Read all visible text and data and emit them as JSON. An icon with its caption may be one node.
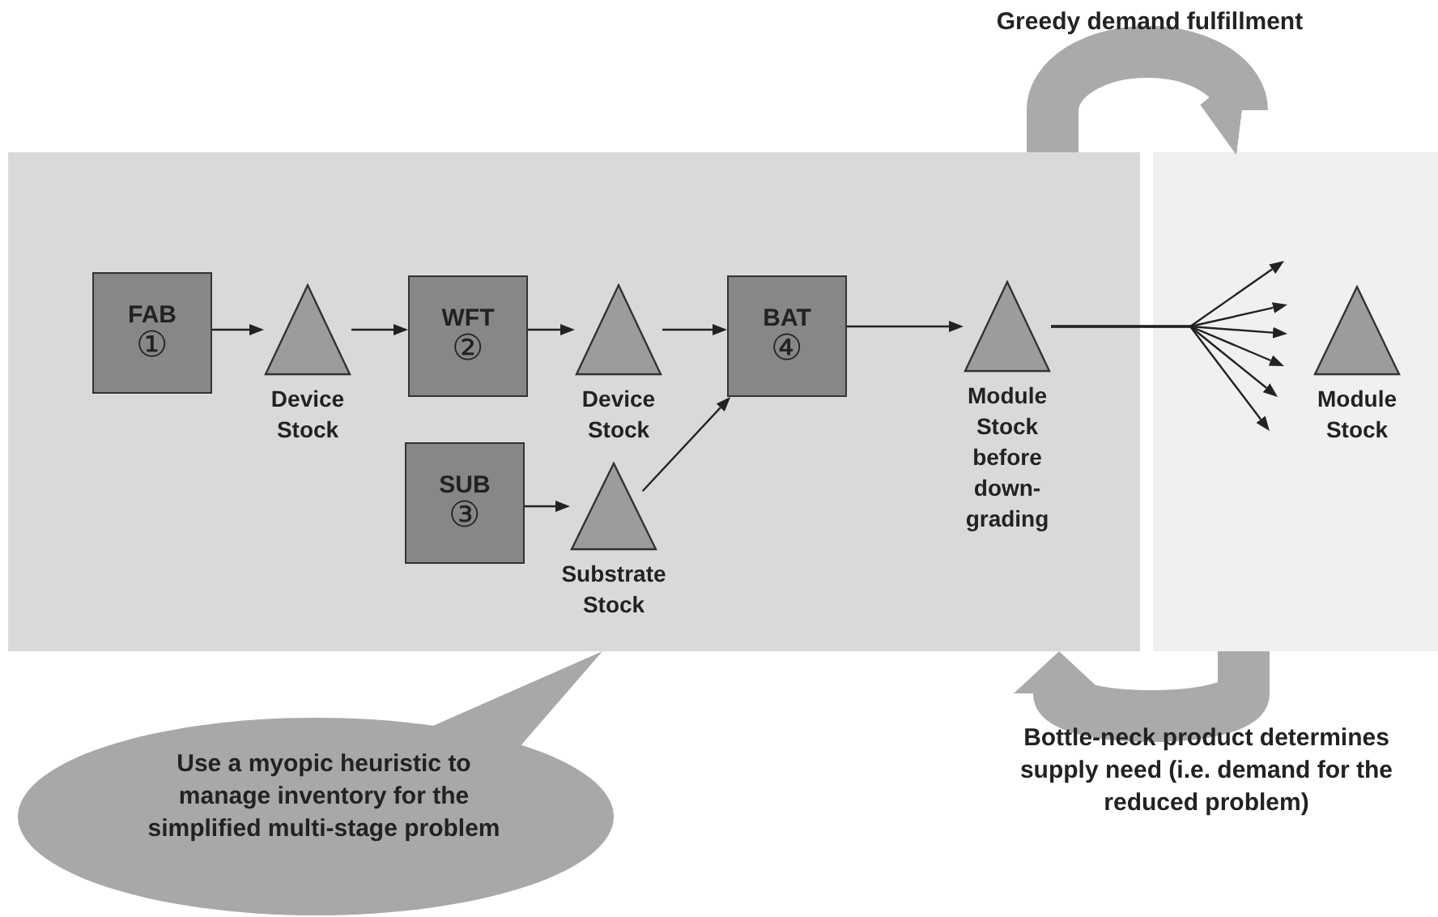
{
  "diagram": {
    "nodes": [
      {
        "text": [],
        "shape": "box"
      },
      {
        "text": [
          "FAB",
          "①"
        ],
        "in": 0
      },
      {
        "text": [
          "Device Stock"
        ],
        "in": 0
      },
      {
        "text": [
          "WFT",
          "②"
        ],
        "in": 0
      },
      {
        "text": [
          "Device Stock"
        ],
        "in": 0
      },
      {
        "text": [
          "SUB",
          "③"
        ],
        "in": 0
      },
      {
        "text": [
          "Substrate Stock"
        ],
        "in": 0
      },
      {
        "text": [
          "BAT",
          "④"
        ],
        "in": 0
      },
      {
        "text": [
          "Module Stock before down-grading"
        ],
        "in": 0
      },
      {
        "text": [],
        "shape": "box"
      },
      {
        "text": [
          "Module Stock"
        ],
        "in": 9
      },
      {
        "text": [
          "Use a myopic heuristic to manage inventory for the simplified multi-stage problem"
        ]
      }
    ],
    "edges": [
      {
        "from": 1,
        "to": 2,
        "arrow": "to"
      },
      {
        "from": 2,
        "to": 3,
        "arrow": "to"
      },
      {
        "from": 3,
        "to": 4,
        "arrow": "to"
      },
      {
        "from": 4,
        "to": 7,
        "arrow": "to"
      },
      {
        "from": 5,
        "to": 6,
        "arrow": "to"
      },
      {
        "from": 6,
        "to": 7,
        "arrow": "to"
      },
      {
        "from": 7,
        "to": 8,
        "arrow": "to"
      },
      {
        "from": 8,
        "to": null,
        "arrow": "to"
      },
      {
        "from": 8,
        "to": null,
        "arrow": "to"
      },
      {
        "from": 8,
        "to": null,
        "arrow": "to"
      },
      {
        "from": 8,
        "to": null,
        "arrow": "to"
      },
      {
        "from": 8,
        "to": null,
        "arrow": "to"
      },
      {
        "from": 8,
        "to": null,
        "arrow": "to"
      },
      {
        "from": 0,
        "to": 9,
        "arrow": "to",
        "label": "Greedy demand fulfillment",
        "style": "thick",
        "color": "#aaaaaa"
      },
      {
        "from": 9,
        "to": 0,
        "arrow": "to",
        "label": "Bottle-neck product determines supply need (i.e. demand for the reduced problem)",
        "style": "thick",
        "color": "#aaaaaa"
      }
    ]
  }
}
